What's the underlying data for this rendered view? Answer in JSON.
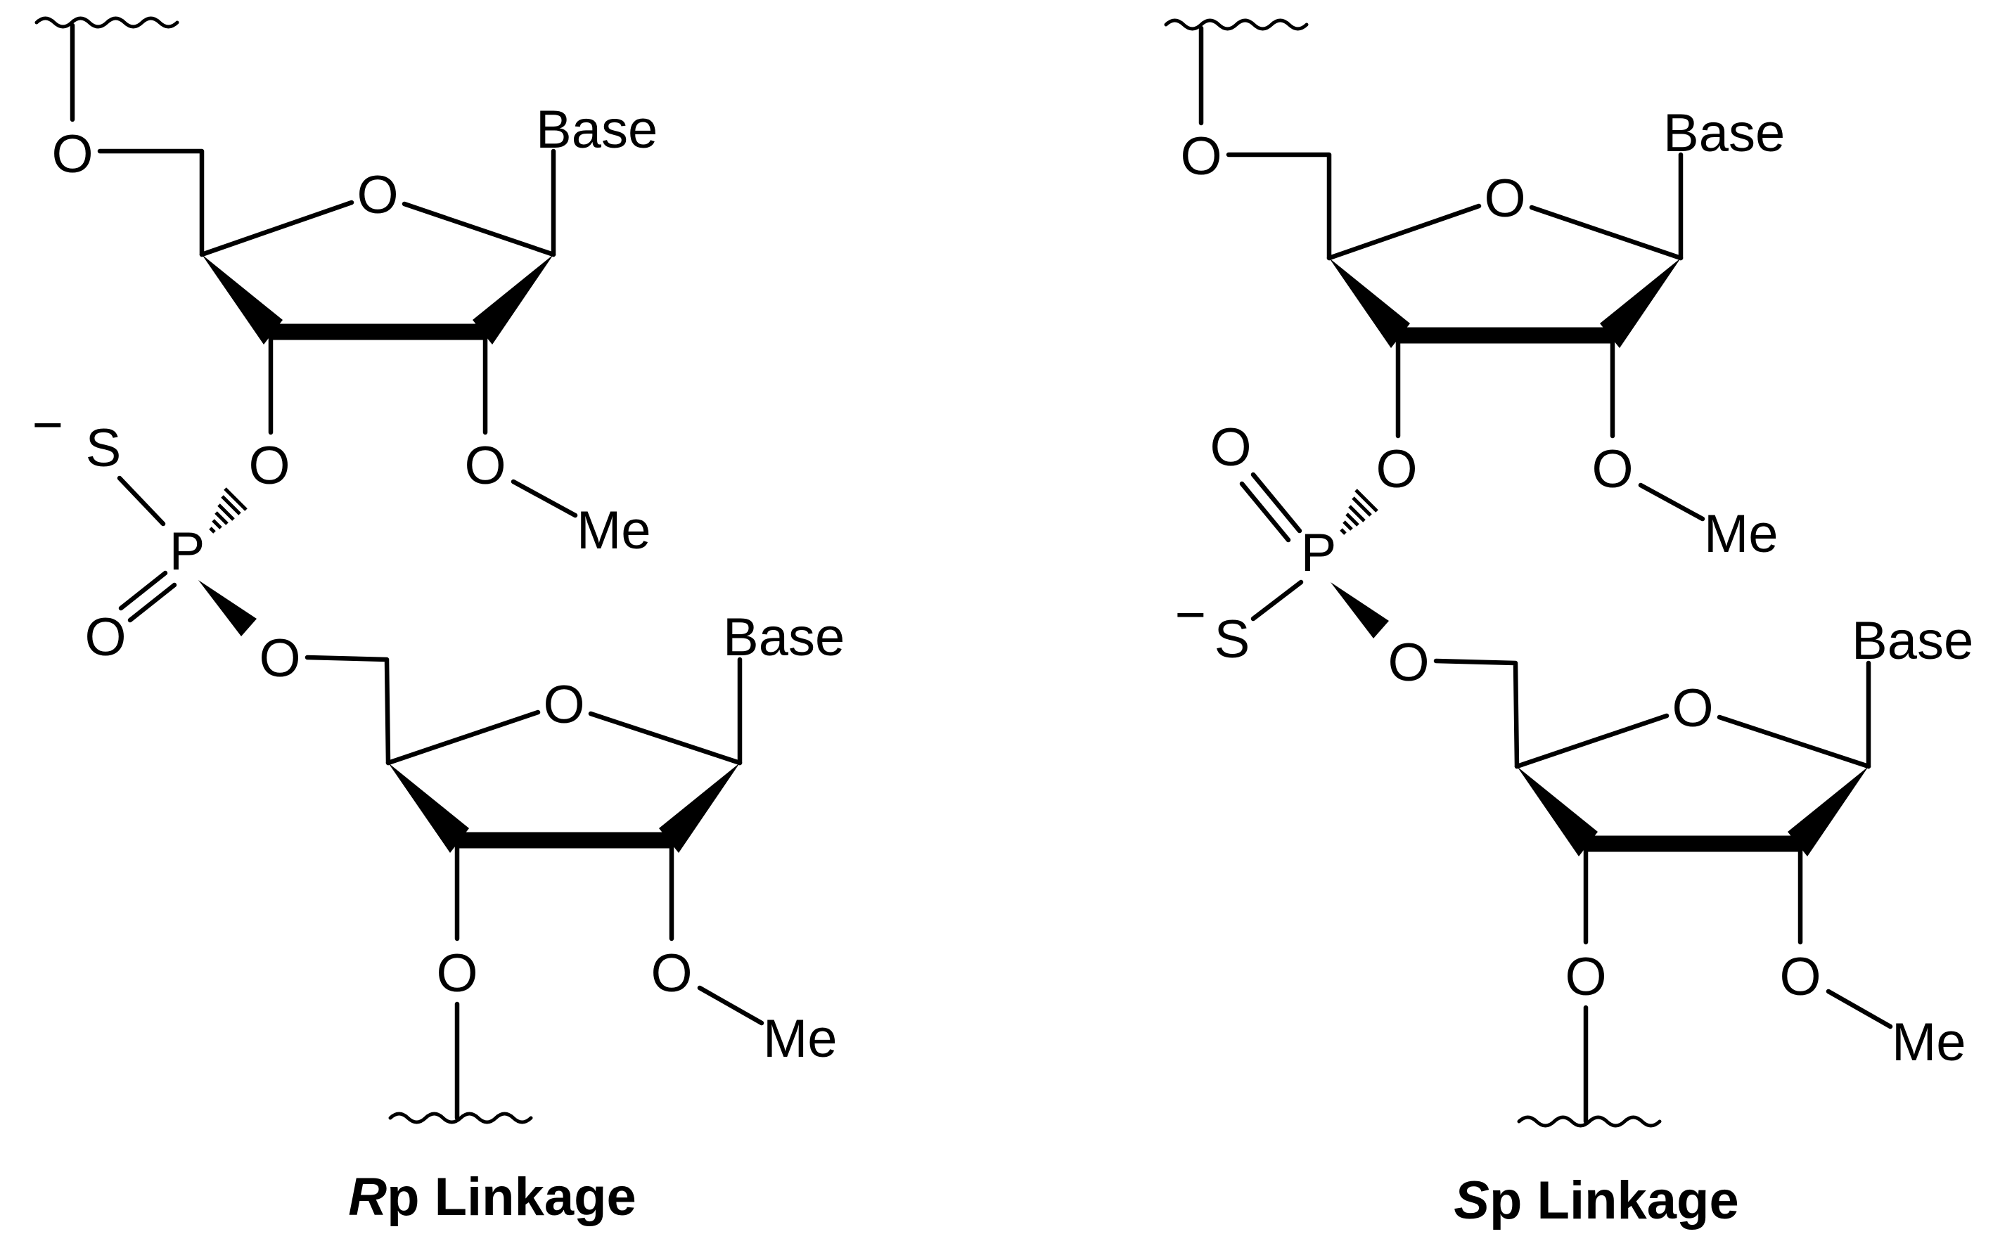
{
  "diagram": {
    "left": {
      "caption": {
        "italic": "R",
        "rest": "p Linkage"
      },
      "labels": {
        "base_top": "Base",
        "base_bottom": "Base",
        "o_5prime": "O",
        "o_ring_top": "O",
        "o_3prime_top": "O",
        "o_2prime_top": "O",
        "me_top": "Me",
        "s": "S",
        "s_charge": "−",
        "p": "P",
        "o_double": "O",
        "o_5prime_bottom": "O",
        "o_ring_bottom": "O",
        "o_3prime_bottom": "O",
        "o_2prime_bottom": "O",
        "me_bottom": "Me"
      }
    },
    "right": {
      "caption": {
        "italic": "S",
        "rest": "p Linkage"
      },
      "labels": {
        "base_top": "Base",
        "base_bottom": "Base",
        "o_5prime": "O",
        "o_ring_top": "O",
        "o_3prime_top": "O",
        "o_2prime_top": "O",
        "me_top": "Me",
        "s": "S",
        "s_charge": "−",
        "p": "P",
        "o_double": "O",
        "o_5prime_bottom": "O",
        "o_ring_bottom": "O",
        "o_3prime_bottom": "O",
        "o_2prime_bottom": "O",
        "me_bottom": "Me"
      }
    }
  }
}
